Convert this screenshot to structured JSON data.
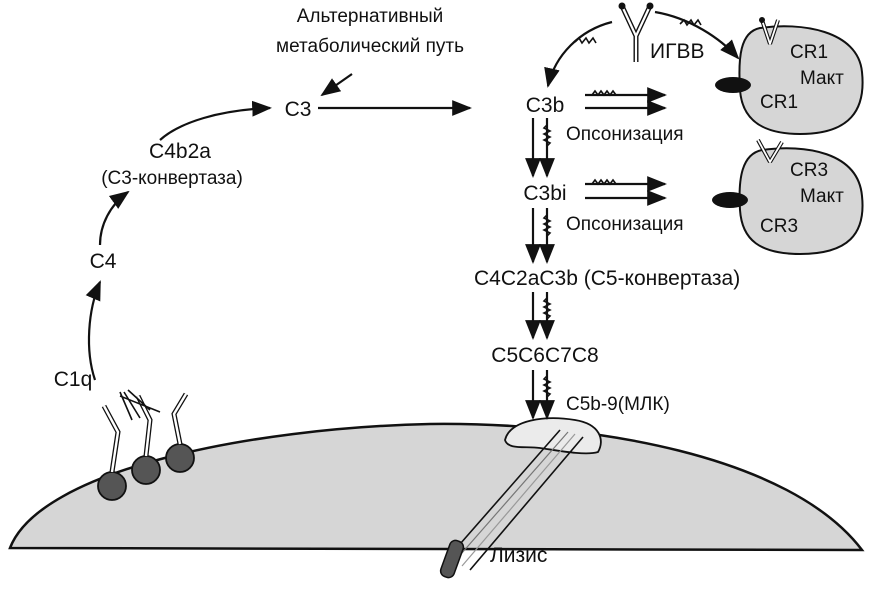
{
  "diagram": {
    "labels": {
      "alt_path_line1": "Альтернативный",
      "alt_path_line2": "метаболический путь",
      "c3": "C3",
      "c4b2a": "C4b2a",
      "c3_convertase": "(C3-конвертаза)",
      "c4": "C4",
      "c1q": "C1q",
      "c3b": "C3b",
      "igvv": "ИГВВ",
      "opsonization_1": "Опсонизация",
      "c3bi": "C3bi",
      "opsonization_2": "Опсонизация",
      "c5_convertase": "C4C2aC3b (C5-конвертаза)",
      "c5c6c7c8": "C5C6C7C8",
      "mac": "C5b-9(МЛК)",
      "lysis": "Лизис"
    },
    "macrophages": [
      {
        "receptor_top": "CR1",
        "cell_label": "Макт",
        "receptor_bottom": "CR1"
      },
      {
        "receptor_top": "CR3",
        "cell_label": "Макт",
        "receptor_bottom": "CR3"
      }
    ],
    "colors": {
      "line": "#111111",
      "cell_fill": "#d6d6d6",
      "dark": "#111111",
      "gray_bead": "#555555"
    }
  }
}
